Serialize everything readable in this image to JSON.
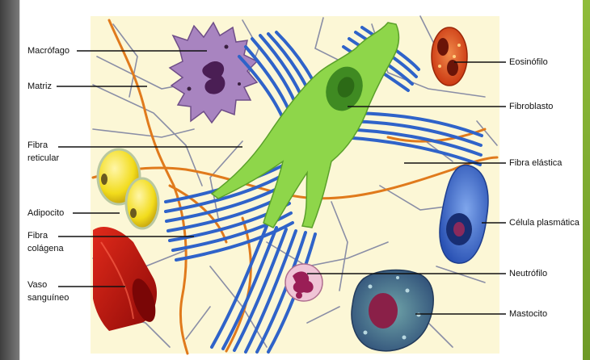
{
  "colors": {
    "background": "#fcf7d6",
    "elastic_fiber": "#e07a1c",
    "collagen_fiber": "#2f63c9",
    "fibroblast": "#8ed64a",
    "reticular_fiber": "#8a8ea6",
    "blood_vessel": "#c21414",
    "adipocyte": "#f2dc1c",
    "macrophage": "#a884c0"
  },
  "labels_left": {
    "macrofago": "Macrófago",
    "matriz": "Matriz",
    "fibra_reticular_1": "Fibra",
    "fibra_reticular_2": "reticular",
    "adipocito": "Adipocito",
    "fibra_colagena_1": "Fibra",
    "fibra_colagena_2": "colágena",
    "vaso_1": "Vaso",
    "vaso_2": "sanguíneo"
  },
  "labels_right": {
    "eosinofilo": "Eosinófilo",
    "fibroblasto": "Fibroblasto",
    "fibra_elastica": "Fibra elástica",
    "celula_plasmatica": "Célula plasmática",
    "neutrofilo": "Neutrófilo",
    "mastocito": "Mastocito"
  }
}
